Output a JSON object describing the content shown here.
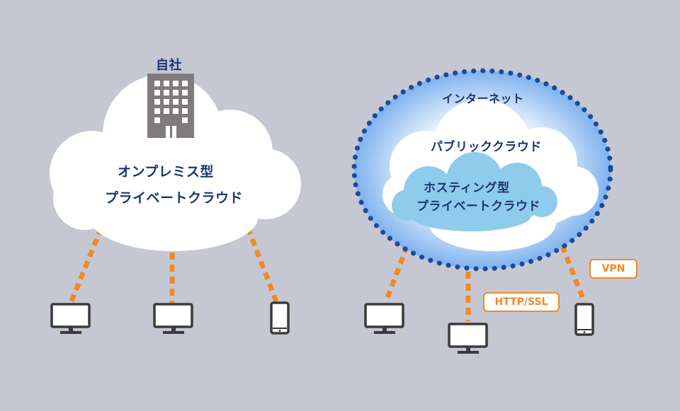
{
  "on_premise": {
    "company_label": "自社",
    "title_line1": "オンプレミス型",
    "title_line2": "プライベートクラウド"
  },
  "internet": {
    "label": "インターネット",
    "public_cloud_label": "パブリッククラウド",
    "hosting_line1": "ホスティング型",
    "hosting_line2": "プライベートクラウド"
  },
  "connections": {
    "http_label": "HTTP/SSL",
    "vpn_label": "VPN"
  },
  "colors": {
    "background": "#c5c8d3",
    "cloud": "#ffffff",
    "hosting_cloud": "#8fcbec",
    "dotted_ring": "#1a4a9a",
    "connection_line": "#ef8a25",
    "text": "#1d3473",
    "device": "#3a3a3a",
    "building": "#7f7b7c"
  }
}
